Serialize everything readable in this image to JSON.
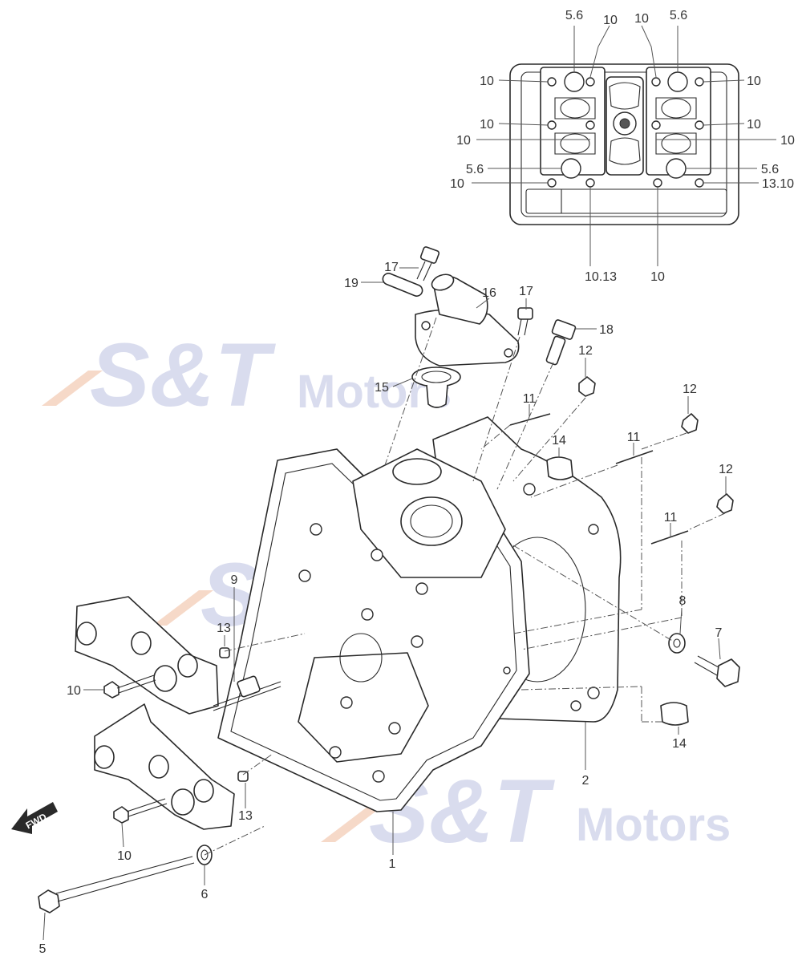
{
  "watermark": {
    "brand": "S&T",
    "suffix": "Motors"
  },
  "fwd_label": "FWD",
  "inset_callouts": [
    "5.6",
    "10",
    "10",
    "5.6",
    "10",
    "10",
    "10",
    "10",
    "10",
    "10",
    "5.6",
    "5.6",
    "10",
    "13.10",
    "10.13",
    "10"
  ],
  "main_callouts": [
    "17",
    "19",
    "16",
    "17",
    "18",
    "12",
    "15",
    "11",
    "12",
    "14",
    "11",
    "12",
    "11",
    "9",
    "13",
    "8",
    "7",
    "10",
    "14",
    "2",
    "13",
    "10",
    "6",
    "1",
    "5"
  ],
  "colors": {
    "watermark_blue": "#d9dcee",
    "watermark_orange": "#f6d9c8",
    "line": "#2a2a2a"
  }
}
